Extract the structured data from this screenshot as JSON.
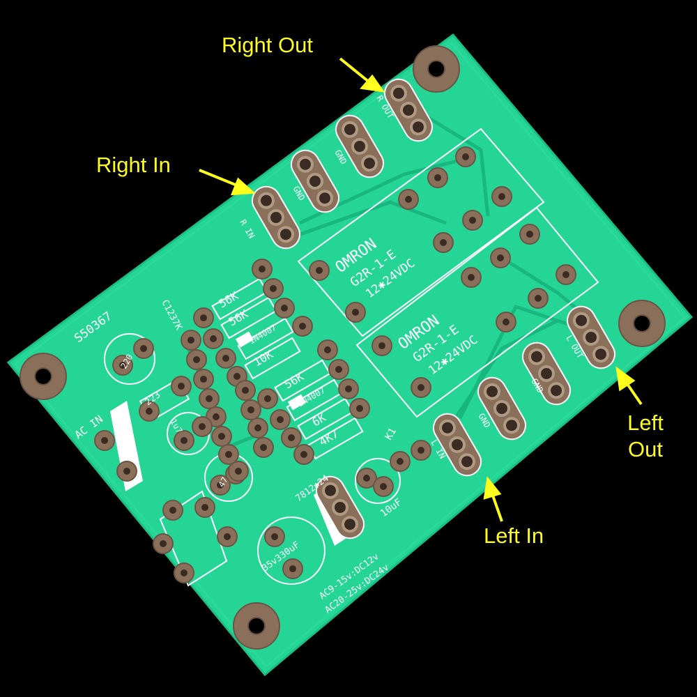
{
  "callouts": {
    "right_out": "Right Out",
    "right_in": "Right In",
    "left_out": "Left Out",
    "left_in": "Left In"
  },
  "board": {
    "part_number": "S50367",
    "cap_code": "C1237K",
    "ac_in": "AC IN",
    "relay_top": {
      "brand": "OMRON",
      "model": "G2R-1-E",
      "rating": "12✱24VDC"
    },
    "relay_bottom": {
      "brand": "OMRON",
      "model": "G2R-1-E",
      "rating": "12✱24VDC"
    },
    "resistors": [
      "56K",
      "56K",
      "1N4007",
      "10K",
      "56K",
      "1N4007",
      "6K",
      "4K7"
    ],
    "reg": "7812✱24",
    "cap_big": "35v330uF",
    "cap_10u": "10uF",
    "cap_220": "220",
    "cap_1u": "1u7",
    "cap_223": "223",
    "cap_47": "47",
    "k1": "K1",
    "gnd": "GND",
    "r_out": "R OUT",
    "r_in": "R IN",
    "l_out": "L OUT",
    "l_in": "L IN",
    "note1": "AC9-15v:DC12v",
    "note2": "AC20-25v:DC24v"
  },
  "colors": {
    "background": "#000000",
    "pcb": "#25d596",
    "pad": "#8a6f5a",
    "silk": "#ffffff",
    "callout": "#ffff1e"
  }
}
